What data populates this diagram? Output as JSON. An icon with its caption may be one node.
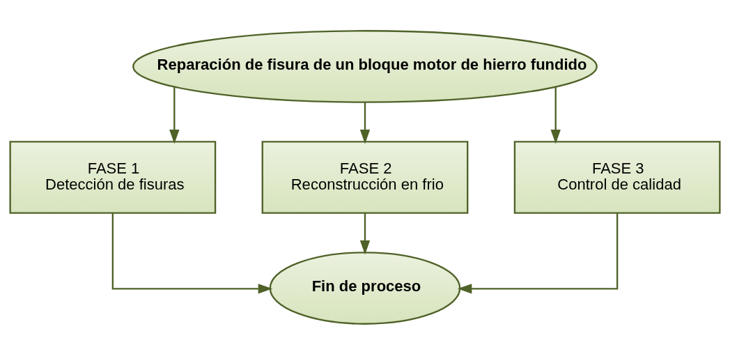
{
  "diagram": {
    "nodes": [
      {
        "text": [
          "Reparación de fisura de un bloque motor de hierro fundido"
        ]
      },
      {
        "text": [
          "FASE 1",
          "Detección de fisuras"
        ]
      },
      {
        "text": [
          "FASE 2",
          "Reconstrucción en frio"
        ]
      },
      {
        "text": [
          "FASE 3",
          "Control de calidad"
        ]
      },
      {
        "text": [
          "Fin de proceso"
        ]
      }
    ],
    "edges": [
      {
        "from": 0,
        "to": 1,
        "arrow": "to"
      },
      {
        "from": 0,
        "to": 2,
        "arrow": "to"
      },
      {
        "from": 0,
        "to": 3,
        "arrow": "to"
      },
      {
        "from": 1,
        "to": 4,
        "arrow": "to"
      },
      {
        "from": 2,
        "to": 4,
        "arrow": "to"
      },
      {
        "from": 3,
        "to": 4,
        "arrow": "to"
      }
    ]
  }
}
